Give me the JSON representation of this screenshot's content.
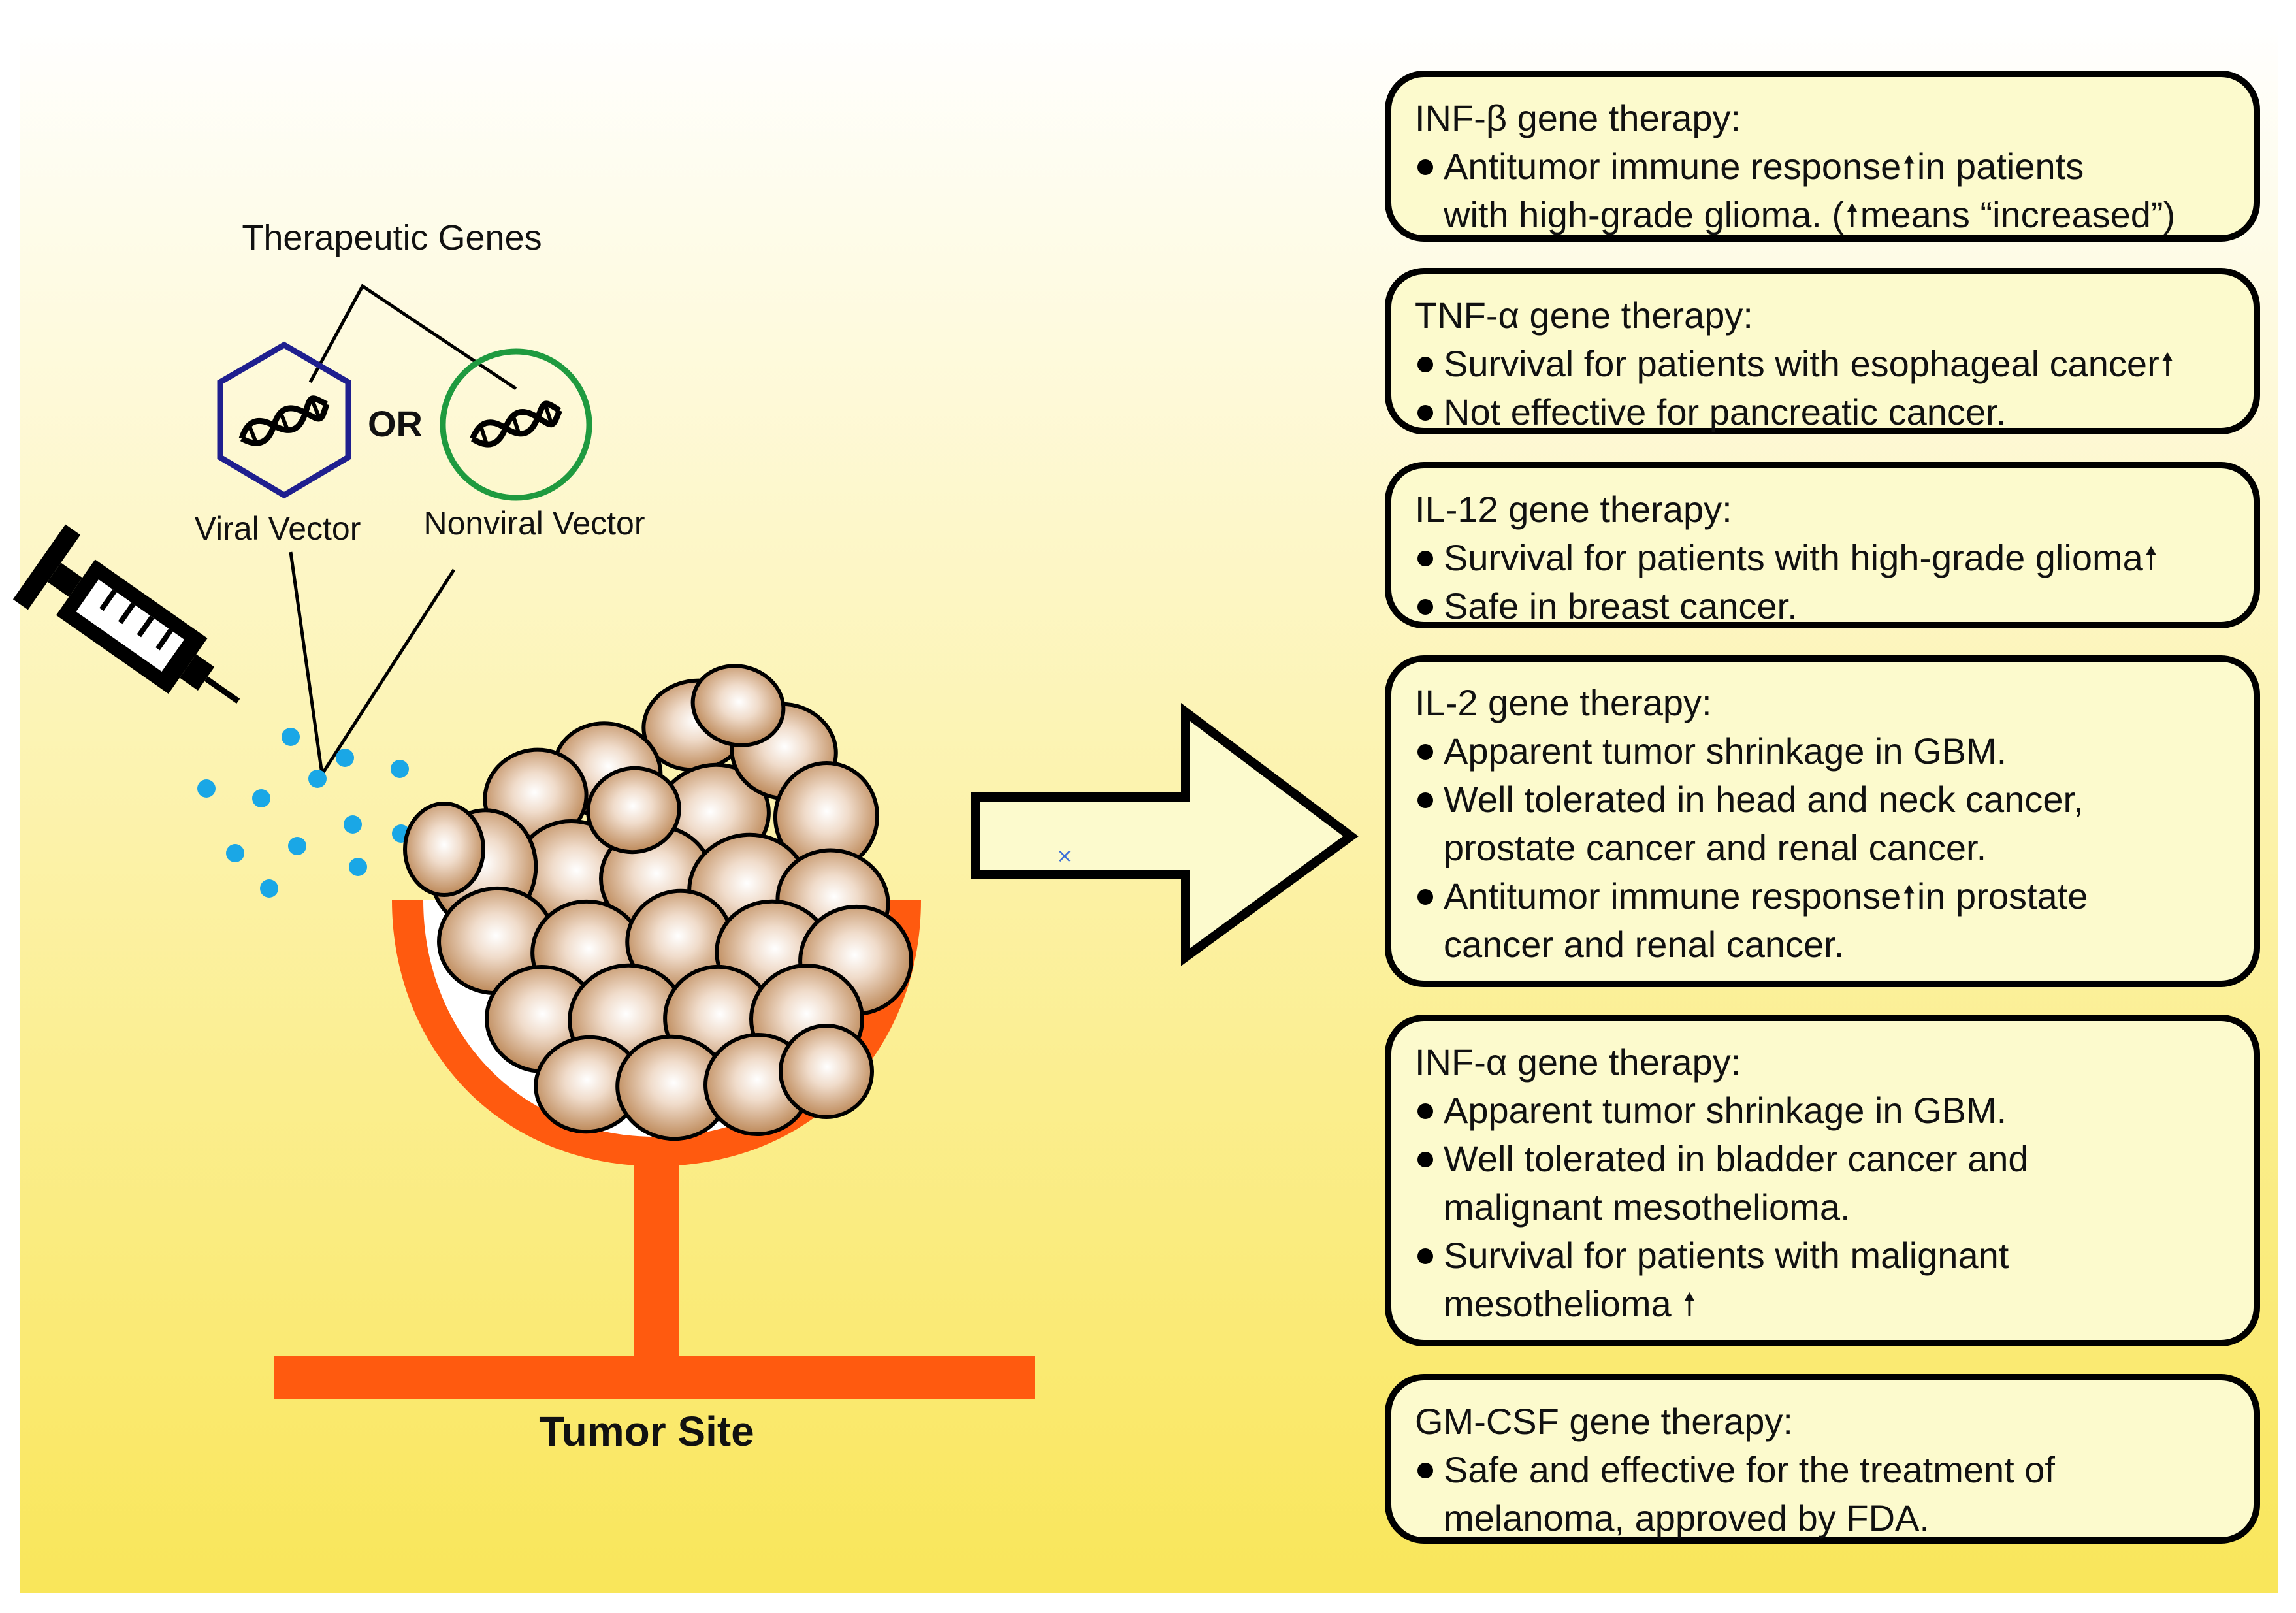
{
  "diagram": {
    "therapeutic_genes_label": "Therapeutic Genes",
    "viral_vector_label": "Viral Vector",
    "nonviral_vector_label": "Nonviral Vector",
    "or_label": "OR",
    "tumor_site_label": "Tumor Site",
    "up_arrow_symbol": "🠕",
    "colors": {
      "background_top": "#ffffff",
      "background_bottom": "#f9e65a",
      "viral_vector_stroke": "#1f1f8f",
      "nonviral_vector_stroke": "#1f9a3f",
      "particles": "#1aa7e6",
      "holder": "#ff5a0f",
      "cell_fill": "#c08a58",
      "box_fill": "#fcfacd"
    }
  },
  "boxes": [
    {
      "title": "INF-β gene therapy:",
      "items": [
        {
          "text": "Antitumor immune response",
          "arrow": true,
          "after": "in  patients\nwith high-grade glioma."
        }
      ],
      "note_open": "(",
      "note_text": "means “increased”)"
    },
    {
      "title": "TNF-α gene therapy:",
      "items": [
        {
          "text": "Survival for patients with esophageal cancer",
          "arrow": true,
          "after": ""
        },
        {
          "text": "Not effective for pancreatic cancer.",
          "arrow": false,
          "after": ""
        }
      ]
    },
    {
      "title": "IL-12 gene therapy:",
      "items": [
        {
          "text": "Survival for patients with high-grade glioma",
          "arrow": true,
          "after": ""
        },
        {
          "text": "Safe in breast cancer.",
          "arrow": false,
          "after": ""
        }
      ]
    },
    {
      "title": "IL-2 gene therapy:",
      "items": [
        {
          "text": "Apparent tumor shrinkage in GBM.",
          "arrow": false,
          "after": ""
        },
        {
          "text": "Well tolerated in head and neck cancer,\nprostate cancer and renal cancer.",
          "arrow": false,
          "after": ""
        },
        {
          "text": "Antitumor immune response",
          "arrow": true,
          "after": "in prostate\ncancer and renal cancer."
        }
      ]
    },
    {
      "title": "INF-α gene therapy:",
      "items": [
        {
          "text": "Apparent tumor shrinkage in GBM.",
          "arrow": false,
          "after": ""
        },
        {
          "text": "Well tolerated in bladder cancer and\nmalignant mesothelioma.",
          "arrow": false,
          "after": ""
        },
        {
          "text": "Survival for patients with malignant\nmesothelioma",
          "arrow": true,
          "after": ""
        }
      ]
    },
    {
      "title": "GM-CSF gene therapy:",
      "items": [
        {
          "text": "Safe and effective for the treatment of\nmelanoma, approved by FDA.",
          "arrow": false,
          "after": ""
        }
      ]
    }
  ]
}
